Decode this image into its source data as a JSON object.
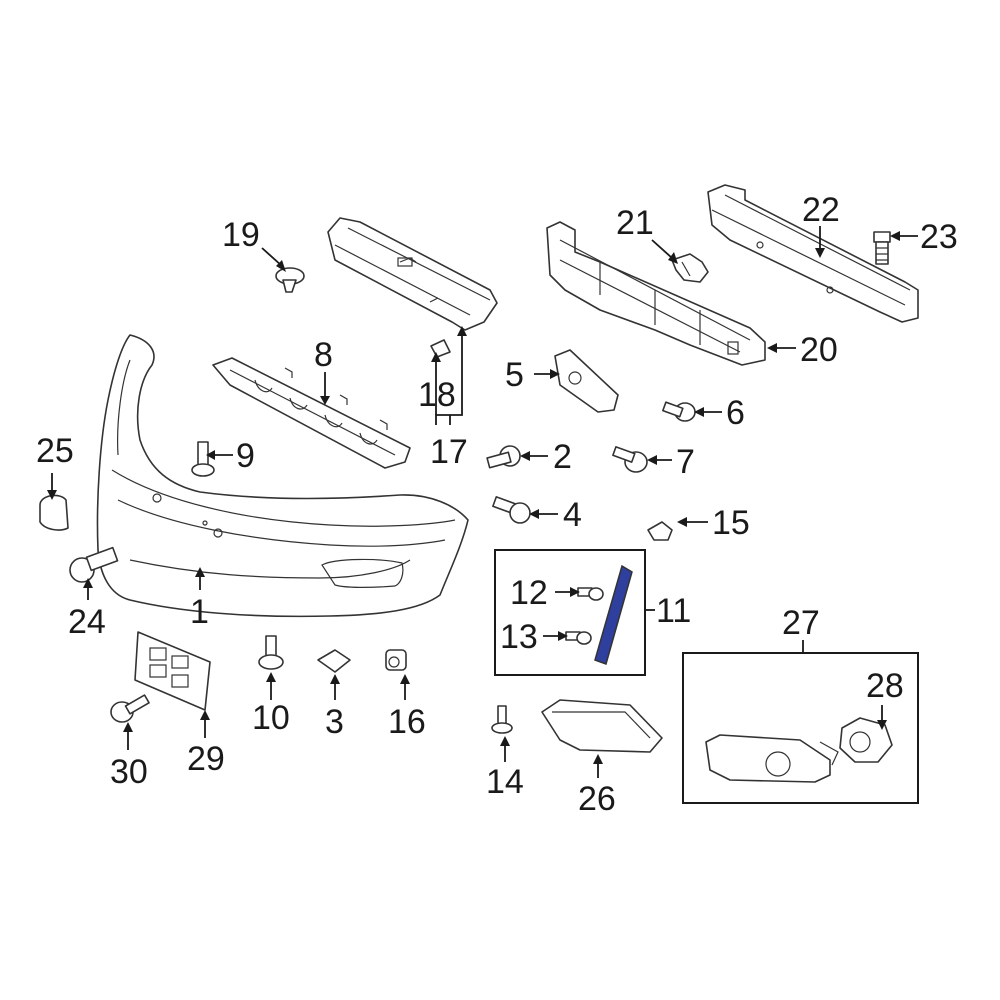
{
  "diagram": {
    "callouts": {
      "c1": "1",
      "c2": "2",
      "c3": "3",
      "c4": "4",
      "c5": "5",
      "c6": "6",
      "c7": "7",
      "c8": "8",
      "c9": "9",
      "c10": "10",
      "c11": "11",
      "c12": "12",
      "c13": "13",
      "c14": "14",
      "c15": "15",
      "c16": "16",
      "c17": "17",
      "c18": "18",
      "c19": "19",
      "c20": "20",
      "c21": "21",
      "c22": "22",
      "c23": "23",
      "c24": "24",
      "c25": "25",
      "c26": "26",
      "c27": "27",
      "c28": "28",
      "c29": "29",
      "c30": "30"
    },
    "colors": {
      "highlight_part": "#2f3f9e",
      "line": "#333333",
      "background": "#ffffff"
    }
  }
}
